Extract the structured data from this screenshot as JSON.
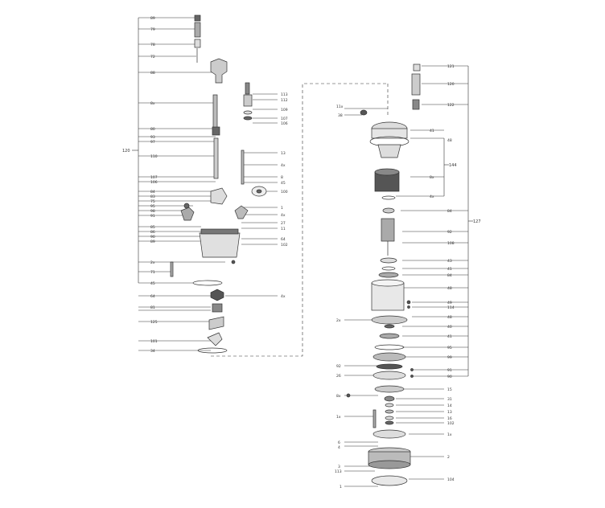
{
  "diagram": {
    "left_assembly": {
      "bracket_label": "120",
      "callouts": [
        "89",
        "79",
        "78",
        "72",
        "88",
        "8x",
        "80",
        "93",
        "97",
        "110",
        "107",
        "106",
        "84",
        "83",
        "75",
        "95",
        "98",
        "91",
        "85",
        "86",
        "90",
        "89",
        "2x",
        "71",
        "45",
        "64",
        "81",
        "125",
        "101",
        "34"
      ],
      "right_callouts": [
        "113",
        "112",
        "109",
        "107",
        "106",
        "13",
        "4x",
        "8",
        "45",
        "100",
        "1",
        "4x",
        "27",
        "11",
        "64",
        "102",
        "4x"
      ]
    },
    "right_assembly": {
      "top_callouts_left": [
        "11x",
        "38"
      ],
      "top_callouts_right": [
        "121",
        "120",
        "122",
        "41",
        "48",
        "8x",
        "4x"
      ],
      "bracket_labels": [
        "144",
        "127"
      ],
      "callouts_right": [
        "84",
        "92",
        "108",
        "43",
        "41",
        "84",
        "48",
        "49",
        "114",
        "48",
        "40",
        "41",
        "95",
        "99",
        "91",
        "90",
        "15",
        "31",
        "14",
        "13",
        "16",
        "102",
        "1x",
        "2",
        "104"
      ],
      "callouts_left": [
        "2x",
        "92",
        "26",
        "8x",
        "1x",
        "6",
        "4",
        "3",
        "113",
        "1"
      ]
    },
    "colors": {
      "line": "#333333",
      "hatch": "#888888",
      "part_dark": "#555555",
      "part_light": "#e8e8e8"
    }
  }
}
